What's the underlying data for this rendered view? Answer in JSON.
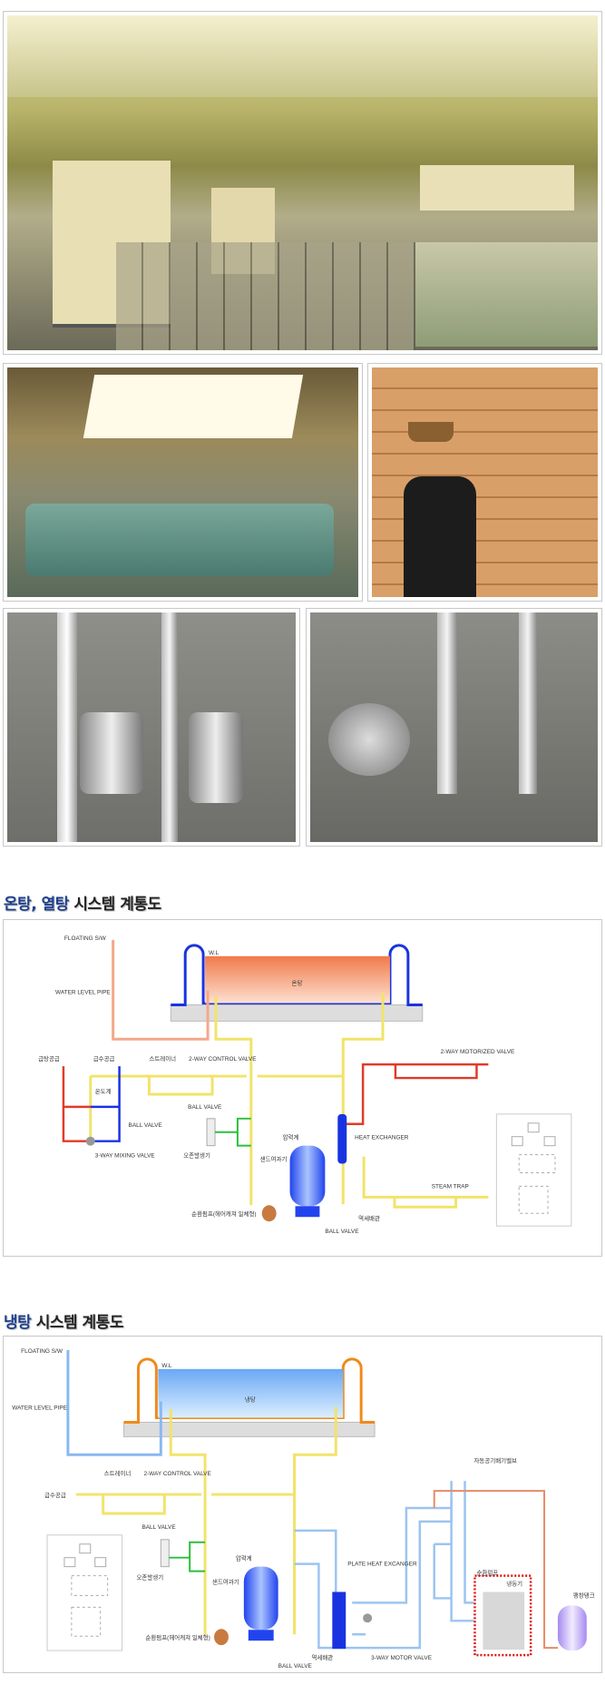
{
  "headings": {
    "warm": {
      "accent": "온탕, 열탕",
      "rest": " 시스템 계통도"
    },
    "cold": {
      "accent": "냉탕",
      "rest": " 시스템 계통도"
    }
  },
  "diagram_warm": {
    "floating_sw": "FLOATING S/W",
    "water_level_pipe": "WATER LEVEL PIPE",
    "wl": "W.L",
    "pool": "온탕",
    "hot_supply": "급탕공급",
    "cold_supply": "급수공급",
    "strainer": "스트레이너",
    "control_valve": "2-WAY CONTROL VALVE",
    "thermometer": "온도계",
    "ball_valve_1": "BALL VALVE",
    "ball_valve_2": "BALL VALVE",
    "mixing_valve": "3-WAY MIXING VALVE",
    "ozone": "오존발생기",
    "pressure_gauge": "압력계",
    "sand_filter": "샌드여과기",
    "pump": "순환펌프(헤어캐쳐 일체형)",
    "ball_valve_3": "BALL VALVE",
    "backwash": "역세배관",
    "heat_exchanger": "HEAT EXCHANGER",
    "motorized_valve": "2-WAY MOTORIZED VALVE",
    "steam_trap": "STEAM TRAP"
  },
  "diagram_cold": {
    "floating_sw": "FLOATING S/W",
    "water_level_pipe": "WATER LEVEL PIPE",
    "wl": "W.L",
    "pool": "냉탕",
    "cold_supply": "급수공급",
    "strainer": "스트레이너",
    "control_valve": "2-WAY CONTROL VALVE",
    "ball_valve_1": "BALL VALVE",
    "ozone": "오존발생기",
    "pressure_gauge": "압력계",
    "sand_filter": "샌드여과기",
    "pump": "순환펌프(헤어캐쳐 일체형)",
    "ball_valve_2": "BALL VALVE",
    "backwash": "역세배관",
    "plate_hx": "PLATE HEAT EXCANGER",
    "motor_valve": "3-WAY MOTOR VALVE",
    "air_vent": "자동공기배기밸브",
    "circ_pump": "순환펌프",
    "chiller": "냉동기",
    "expansion_tank": "팽창탱크"
  },
  "colors": {
    "accent": "#1d3f8f",
    "hot": "#e23a2a",
    "cold": "#1a33e0",
    "pipe": "#f2e36a"
  }
}
